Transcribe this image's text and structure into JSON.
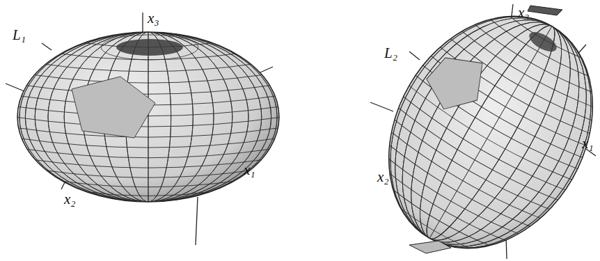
{
  "diagram": {
    "labels": [
      "x₃",
      "L₁",
      "x₁",
      "x₂",
      "x₃",
      "L₂",
      "x₂",
      "x₁"
    ]
  }
}
